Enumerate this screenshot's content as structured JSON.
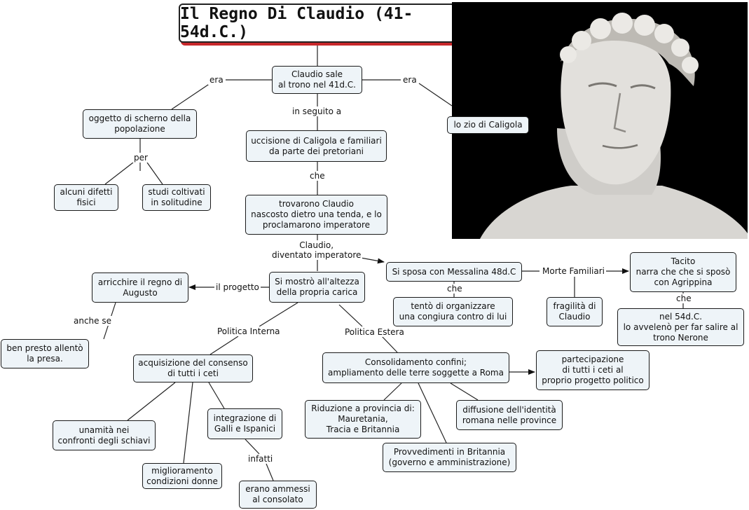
{
  "title": "Il Regno Di Claudio (41-54d.C.)",
  "nodes": {
    "trono": "Claudio sale\nal trono nel 41d.C.",
    "scherno": "oggetto di scherno della\npopolazione",
    "zio": "lo zio di Caligola",
    "uccisione": "uccisione di Caligola e familiari\nda parte dei pretoriani",
    "difetti": "alcuni difetti\nfisici",
    "studi": "studi coltivati\nin solitudine",
    "trovarono": "trovarono Claudio\nnascosto dietro una tenda, e lo\nproclamarono imperatore",
    "messalina": "Si sposa con Messalina 48d.C",
    "tacito": "Tacito\nnarra che che si sposò\ncon Agrippina",
    "arricchire": "arricchire il regno di\nAugusto",
    "altezza": "Si mostrò all'altezza\ndella propria carica",
    "congiura": "tentò di organizzare\nuna congiura contro di lui",
    "fragilita": "fragilità di\nClaudio",
    "veleno": "nel 54d.C.\nlo avvelenò per far salire al\ntrono Nerone",
    "presto": "ben presto allentò\nla presa.",
    "consenso": "acquisizione del consenso\ndi tutti i ceti",
    "confini": "Consolidamento confini;\nampliamento delle terre soggette a Roma",
    "partecipazione": "partecipazione\ndi tutti i ceti al\nproprio progetto politico",
    "unamita": "unamità nei\nconfronti degli schiavi",
    "galli": "integrazione di\nGalli e Ispanici",
    "riduzione": "Riduzione a provincia di:\nMauretania,\nTracia e Britannia",
    "identita": "diffusione dell'identità\nromana nelle province",
    "miglioramento": "miglioramento\ncondizioni donne",
    "britannia": "Provvedimenti in Britannia\n(governo e amministrazione)",
    "consolato": "erano ammessi\nal consolato"
  },
  "labels": {
    "era_left": "era",
    "era_right": "era",
    "in_seguito": "in seguito a",
    "per": "per",
    "che1": "che",
    "diventato": "Claudio,\ndiventato imperatore",
    "morte": "Morte Familiari",
    "progetto": "il progetto",
    "che2": "che",
    "che3": "che",
    "anche_se": "anche se",
    "interna": "Politica Interna",
    "estera": "Politica Estera",
    "infatti": "infatti"
  },
  "photo": {
    "subject": "marble bust of Claudius with laurel wreath",
    "background_color": "#000000"
  }
}
